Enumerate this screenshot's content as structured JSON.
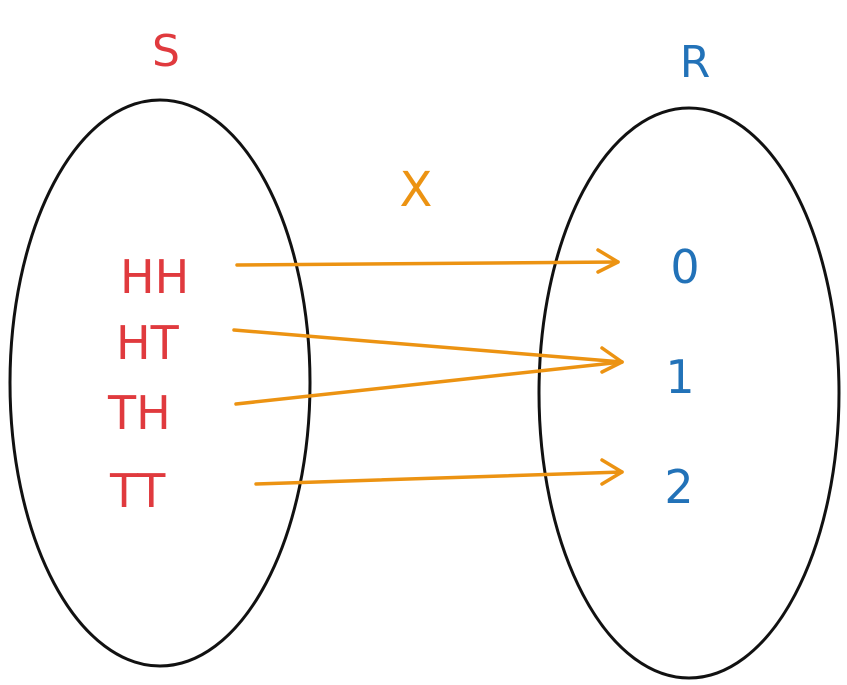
{
  "colors": {
    "domain": "#e03a3e",
    "codomain": "#2272b8",
    "arrow": "#ec9312",
    "outline": "#111111"
  },
  "domain_set": {
    "name": "S",
    "elements": [
      "HH",
      "HT",
      "TH",
      "TT"
    ]
  },
  "codomain_set": {
    "name": "R",
    "elements": [
      "0",
      "1",
      "2"
    ]
  },
  "function_label": "X",
  "mappings": [
    {
      "from": "HH",
      "to": "0"
    },
    {
      "from": "HT",
      "to": "1"
    },
    {
      "from": "TH",
      "to": "1"
    },
    {
      "from": "TT",
      "to": "2"
    }
  ]
}
